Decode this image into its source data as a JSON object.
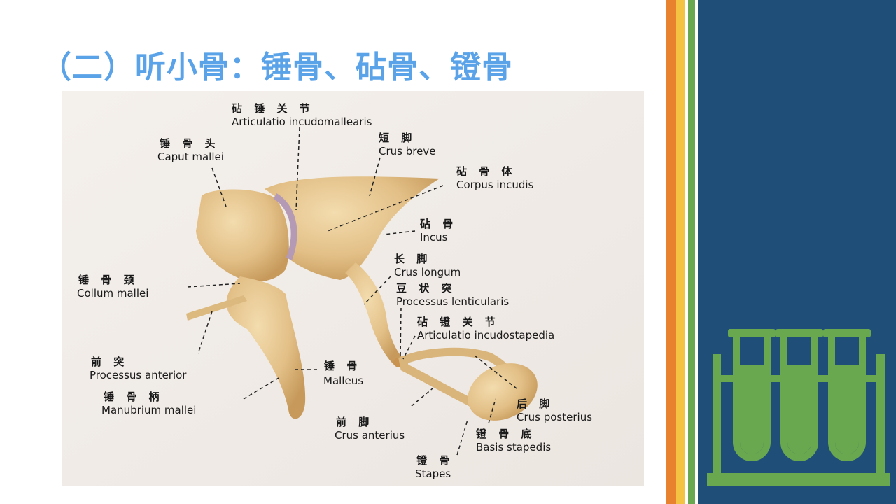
{
  "slide": {
    "title": "（二）听小骨：锤骨、砧骨、镫骨"
  },
  "figure": {
    "labels": {
      "art_incudomall_cn": "砧 锤 关 节",
      "art_incudomall_la": "Articulatio incudomallearis",
      "crus_breve_cn": "短    脚",
      "crus_breve_la": "Crus breve",
      "corpus_incudis_cn": "砧 骨 体",
      "corpus_incudis_la": "Corpus incudis",
      "incus_cn": "砧    骨",
      "incus_la": "Incus",
      "caput_mallei_cn": "锤 骨 头",
      "caput_mallei_la": "Caput mallei",
      "crus_longum_cn": "长    脚",
      "crus_longum_la": "Crus longum",
      "proc_lent_cn": "豆 状 突",
      "proc_lent_la": "Processus lenticularis",
      "collum_cn": "锤 骨 颈",
      "collum_la": "Collum mallei",
      "art_incudostap_cn": "砧 镫 关 节",
      "art_incudostap_la": "Articulatio incudostapedia",
      "proc_ant_cn": "前      突",
      "proc_ant_la": "Processus anterior",
      "malleus_cn": "锤 骨",
      "malleus_la": "Malleus",
      "manubrium_cn": "锤 骨 柄",
      "manubrium_la": "Manubrium mallei",
      "crus_post_cn": "后    脚",
      "crus_post_la": "Crus posterius",
      "crus_ant_cn": "前    脚",
      "crus_ant_la": "Crus anterius",
      "basis_cn": "镫 骨 底",
      "basis_la": "Basis stapedis",
      "stapes_cn": "镫    骨",
      "stapes_la": "Stapes"
    }
  },
  "colors": {
    "title": "#5aa3e8",
    "panel": "#1f4e79",
    "stripe_orange": "#e8822f",
    "stripe_yellow": "#f5c342",
    "stripe_green": "#6aa84f",
    "icon_green": "#6aa84f",
    "bone": "#e2bf86"
  },
  "icons": {
    "decor": "test-tubes-rack-icon"
  }
}
